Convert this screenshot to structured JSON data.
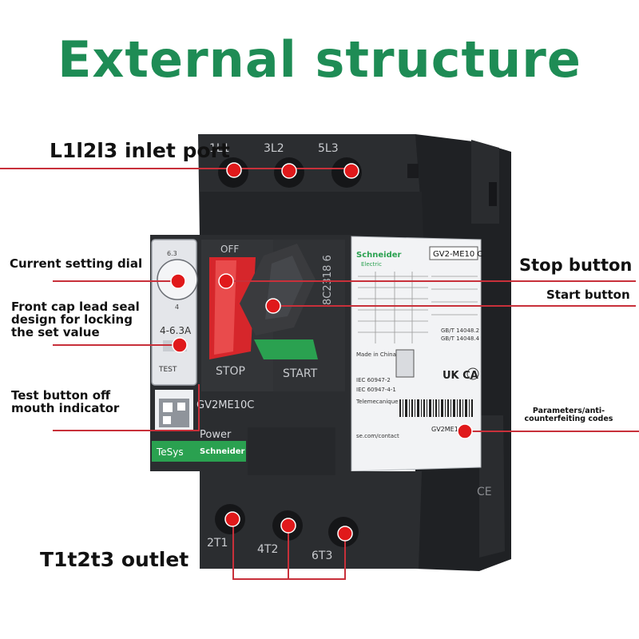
{
  "title": "External structure",
  "labels": {
    "inlet": "L1l2l3 inlet port",
    "dial": "Current setting dial",
    "seal": "Front cap lead seal design for locking the set value",
    "test": "Test button off mouth indicator",
    "stop": "Stop button",
    "start": "Start button",
    "params": "Parameters/anti-counterfeiting codes",
    "outlet": "T1t2t3 outlet"
  },
  "device": {
    "terminals_top": [
      "1L1",
      "3L2",
      "5L3"
    ],
    "terminals_bottom": [
      "2T1",
      "4T2",
      "6T3"
    ],
    "off": "OFF",
    "stop": "STOP",
    "start": "START",
    "range": "4-6.3A",
    "dial_top": "6.3",
    "dial_bottom": "4",
    "test": "TEST",
    "model_front": "GV2ME10C",
    "power": "Power",
    "tesys": "TeSys",
    "brand": "Schneider",
    "brand_sub": "Electric",
    "model_plate": "GV2-ME10 C",
    "made_in": "Made in China",
    "std1": "IEC 60947-2",
    "std2": "IEC 60947-4-1",
    "telemecanique": "Telemecanique",
    "model_barcode": "GV2ME10C",
    "web": "se.com/contact",
    "serial": "8C2318 6",
    "ukca": "UK CA",
    "gb1": "GB/T 14048.2",
    "gb2": "GB/T 14048.4",
    "ce": "CE"
  },
  "colors": {
    "title": "#1e8c55",
    "marker": "#e0191b",
    "leader": "#c8303a",
    "body": "#2b2d30",
    "stop_button": "#d6262b",
    "start_button": "#3a3b3e",
    "green": "#2aa150"
  }
}
